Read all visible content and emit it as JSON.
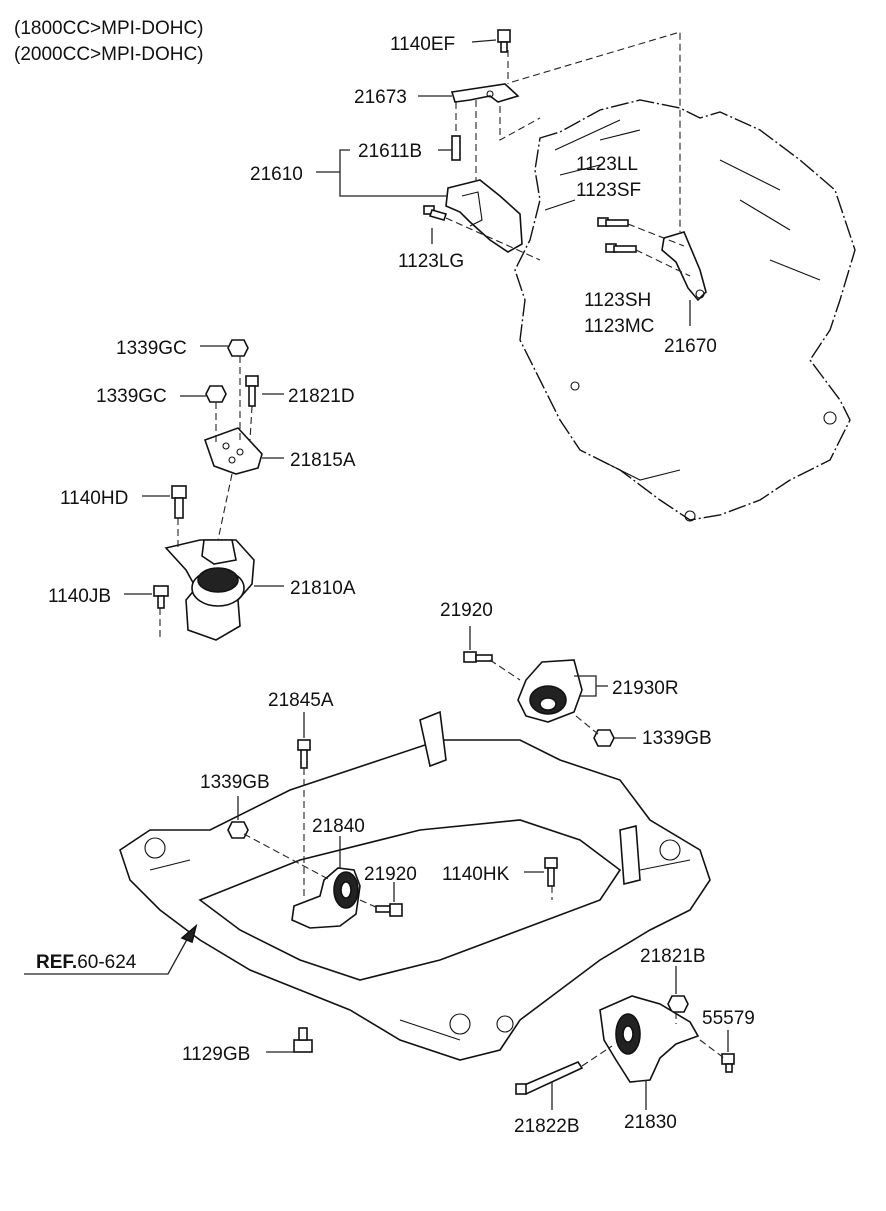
{
  "header": {
    "line1": "(1800CC>MPI-DOHC)",
    "line2": "(2000CC>MPI-DOHC)"
  },
  "parts": {
    "p1140EF": "1140EF",
    "p21673": "21673",
    "p21611B": "21611B",
    "p21610": "21610",
    "p1123LG": "1123LG",
    "p1123LL": "1123LL",
    "p1123SF": "1123SF",
    "p1123SH": "1123SH",
    "p1123MC": "1123MC",
    "p21670": "21670",
    "p1339GC_a": "1339GC",
    "p1339GC_b": "1339GC",
    "p21821D": "21821D",
    "p21815A": "21815A",
    "p1140HD": "1140HD",
    "p21810A": "21810A",
    "p1140JB": "1140JB",
    "p21920_a": "21920",
    "p21930R": "21930R",
    "p1339GB_a": "1339GB",
    "p21845A": "21845A",
    "p1339GB_b": "1339GB",
    "p21840": "21840",
    "p21920_b": "21920",
    "p1140HK": "1140HK",
    "p21821B": "21821B",
    "p55579": "55579",
    "p1129GB": "1129GB",
    "p21822B": "21822B",
    "p21830": "21830"
  },
  "reference": {
    "prefix": "REF.",
    "code": "60-624"
  }
}
